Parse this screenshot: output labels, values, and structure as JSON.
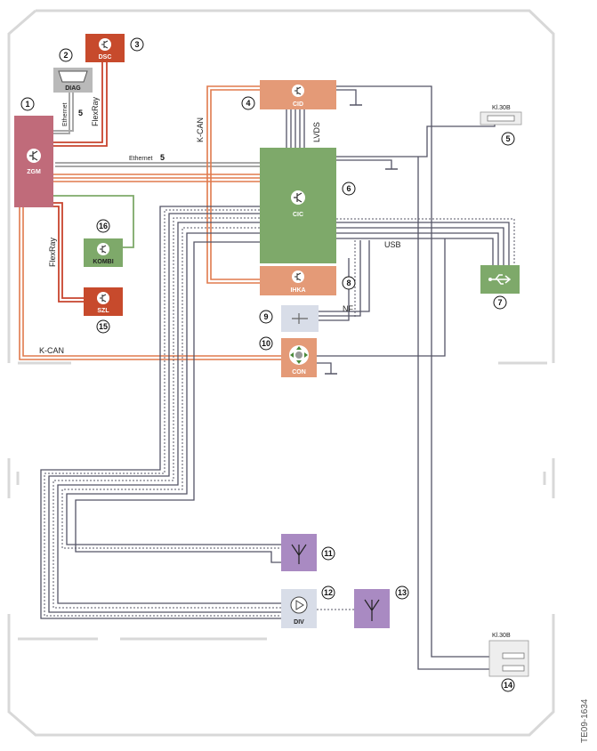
{
  "colors": {
    "zgm": "#c06b7a",
    "dsc": "#c74a2c",
    "szl": "#c74a2c",
    "flexray": "#c8442e",
    "kcan": "#e07a4d",
    "cid": "#e49a77",
    "ihka": "#e49a77",
    "con": "#e49a77",
    "cic": "#7ea96a",
    "kombi": "#7ea96a",
    "usb_box": "#7ea96a",
    "diag": "#b9b9b9",
    "antenna": "#a98ac2",
    "ethernet": "#a8a8a8",
    "wire": "#555566"
  },
  "components": {
    "zgm": {
      "label": "ZGM",
      "num": "1"
    },
    "diag": {
      "label": "DIAG",
      "num": "2"
    },
    "dsc": {
      "label": "DSC",
      "num": "3"
    },
    "cid": {
      "label": "CID",
      "num": "4"
    },
    "kl30b_top": {
      "label": "Kl.30B",
      "num": "5"
    },
    "cic": {
      "label": "CIC",
      "num": "6"
    },
    "usb": {
      "num": "7"
    },
    "ihka": {
      "label": "IHKA",
      "num": "8"
    },
    "nf": {
      "num": "9"
    },
    "con": {
      "label": "CON",
      "num": "10"
    },
    "antenna1": {
      "num": "11"
    },
    "div": {
      "label": "DIV",
      "num": "12"
    },
    "antenna2": {
      "num": "13"
    },
    "kl30b_bottom": {
      "label": "Kl.30B",
      "num": "14"
    },
    "szl": {
      "label": "SZL",
      "num": "15"
    },
    "kombi": {
      "label": "KOMBI",
      "num": "16"
    }
  },
  "bus_labels": {
    "ethernet_small": "Ethernet",
    "ethernet_small_num": "5",
    "ethernet_main": "Ethernet",
    "ethernet_main_num": "5",
    "flexray_top": "FlexRay",
    "flexray_left": "FlexRay",
    "kcan_top": "K-CAN",
    "kcan_bottom": "K-CAN",
    "lvds": "LVDS",
    "usb": "USB",
    "nf": "NF"
  },
  "figure_id": "TE09-1634"
}
